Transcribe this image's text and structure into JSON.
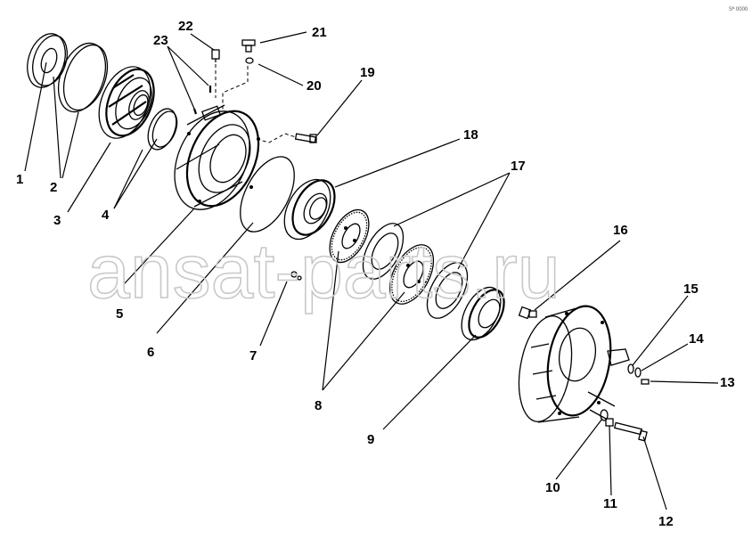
{
  "watermark": "ansat-parts.ru",
  "corner_code": "Sª 0000",
  "part_labels": [
    "1",
    "2",
    "3",
    "4",
    "5",
    "6",
    "7",
    "8",
    "9",
    "10",
    "11",
    "12",
    "13",
    "14",
    "15",
    "16",
    "17",
    "18",
    "19",
    "20",
    "21",
    "22",
    "23"
  ]
}
